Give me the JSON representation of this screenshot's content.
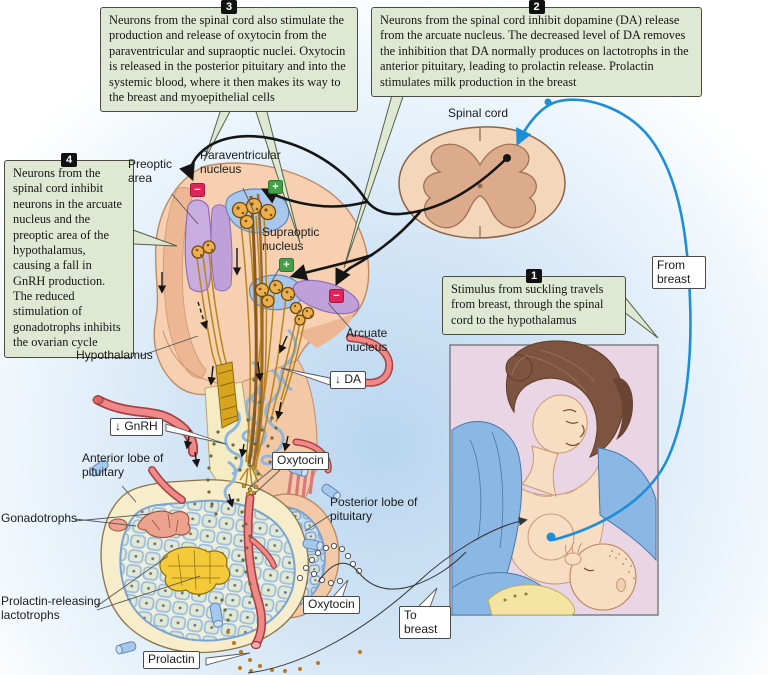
{
  "figure": {
    "callouts": {
      "box1": {
        "number": "1",
        "text": "Stimulus from suckling travels from breast, through the spinal cord to the hypothalamus"
      },
      "box2": {
        "number": "2",
        "text": "Neurons from the spinal cord inhibit dopamine (DA) release from the arcuate nucleus. The decreased level of DA removes the inhibition that DA normally produces on lactotrophs in the anterior pituitary, leading to prolactin release. Prolactin stimulates milk production in the breast"
      },
      "box3": {
        "number": "3",
        "text": "Neurons from the spinal cord also stimulate the production and release of oxytocin from the paraventricular and supraoptic nuclei. Oxytocin is released in the posterior pituitary and into the systemic blood, where it then makes its way to the breast and myoepithelial cells"
      },
      "box4": {
        "number": "4",
        "text": "Neurons from the spinal cord inhibit neurons in the arcuate nucleus and the preoptic area of the hypothalamus, causing a fall in GnRH production. The reduced stimulation of gonadotrophs inhibits the ovarian cycle"
      }
    },
    "labels": {
      "spinal_cord": "Spinal cord",
      "preoptic_area": "Preoptic area",
      "paraventricular_nucleus": "Paraventricular nucleus",
      "supraoptic_nucleus": "Supraoptic nucleus",
      "arcuate_nucleus": "Arcuate nucleus",
      "hypothalamus": "Hypothalamus",
      "anterior_lobe": "Anterior lobe of pituitary",
      "posterior_lobe": "Posterior lobe of pituitary",
      "gonadotrophs": "Gonadotrophs",
      "lactotrophs": "Prolactin-releasing lactotrophs"
    },
    "tags": {
      "da": "↓ DA",
      "gnrh": "↓ GnRH",
      "oxytocin_upper": "Oxytocin",
      "oxytocin_lower": "Oxytocin",
      "prolactin": "Prolactin",
      "to_breast": "To breast",
      "from_breast": "From breast"
    },
    "signs": {
      "plus": "+",
      "minus": "−"
    },
    "colors": {
      "callout_bg": "#dfe8d3",
      "plus_badge": "#43a047",
      "minus_badge": "#e02458",
      "afferent_nerve_blue": "#1d8ed8",
      "nerve_black": "#151515"
    }
  }
}
